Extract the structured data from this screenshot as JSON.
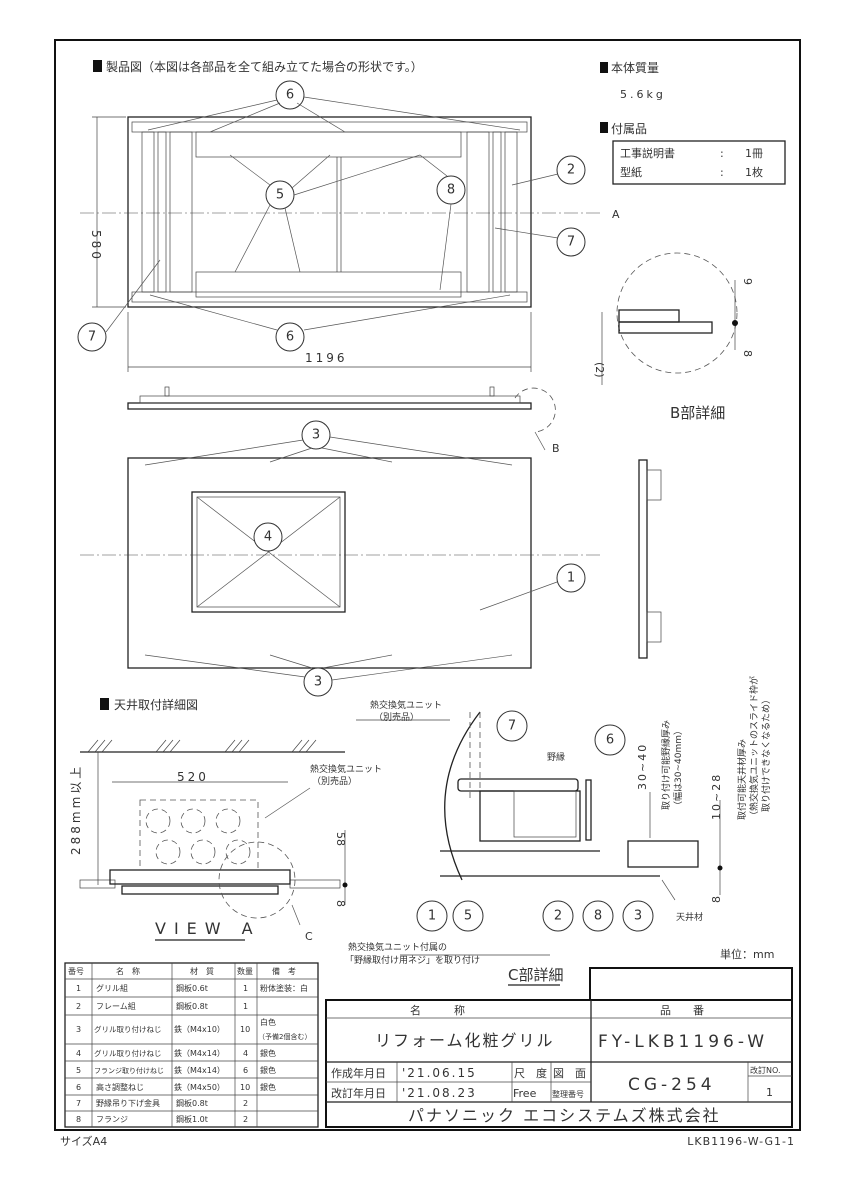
{
  "sections": {
    "product_drawing": "製品図（本図は各部品を全て組み立てた場合の形状です。）",
    "weight_title": "本体質量",
    "weight_value": "5.6kg",
    "accessories_title": "付属品",
    "ceiling_detail": "天井取付詳細図"
  },
  "accessories": [
    {
      "name": "工事説明書",
      "sep": ":",
      "qty": "1冊"
    },
    {
      "name": "型紙",
      "sep": ":",
      "qty": "1枚"
    }
  ],
  "dimensions": {
    "height": "580",
    "width": "1196",
    "section_a": "A",
    "detail_b": "B",
    "view_a_width": "520",
    "view_a_clearance": "288mm以上",
    "dim_58": "58",
    "dim_8": "8",
    "b_dim_9": "9",
    "b_dim_8": "8",
    "b_dim_2": "(2)",
    "c_dim_30_40": "30~40",
    "c_dim_10_28": "10~28",
    "c_dim_8": "8",
    "c_label": "C"
  },
  "labels": {
    "b_detail": "B部詳細",
    "view_a": "VIEW A",
    "c_detail": "C部詳細",
    "unit_a": "熱交換気ユニット",
    "unit_a_sub": "（別売品）",
    "unit_c": "熱交換気ユニット",
    "unit_c_sub": "（別売品）",
    "noen": "野縁",
    "ceiling_material": "天井材",
    "c_note_1": "取り付け可能野縁厚み",
    "c_note_2": "（幅は30~40mm）",
    "c_note_3": "取付可能天井材厚み",
    "c_note_4": "（熱交換気ユニットのスライド枠が",
    "c_note_5": "取り付けできなくなるため）",
    "screw_note_1": "熱交換気ユニット付属の",
    "screw_note_2": "「野縁取付け用ネジ」を取り付け",
    "unit": "単位：mm"
  },
  "parts_table": {
    "headers": [
      "番号",
      "名　称",
      "材　質",
      "数量",
      "備　考"
    ],
    "rows": [
      [
        "1",
        "グリル組",
        "鋼板0.6t",
        "1",
        "粉体塗装：白"
      ],
      [
        "2",
        "フレーム組",
        "鋼板0.8t",
        "1",
        ""
      ],
      [
        "3",
        "グリル取り付けねじ",
        "鉄（M4x10）",
        "10",
        "白色",
        "（予備2個含む）"
      ],
      [
        "4",
        "グリル取り付けねじ",
        "鉄（M4x14）",
        "4",
        "銀色"
      ],
      [
        "5",
        "フランジ取り付けねじ",
        "鉄（M4x14）",
        "6",
        "銀色"
      ],
      [
        "6",
        "高さ調整ねじ",
        "鉄（M4x50）",
        "10",
        "銀色"
      ],
      [
        "7",
        "野縁吊り下げ金具",
        "鋼板0.8t",
        "2",
        ""
      ],
      [
        "8",
        "フランジ",
        "鋼板1.0t",
        "2",
        ""
      ]
    ]
  },
  "title_block": {
    "name_header": "名　　　称",
    "number_header": "品　　番",
    "product_name": "リフォーム化粧グリル",
    "product_number": "FY-LKB1196-W",
    "created_label": "作成年月日",
    "created_date": "'21.06.15",
    "revised_label": "改訂年月日",
    "revised_date": "'21.08.23",
    "scale_label": "尺　度",
    "scale_value": "Free",
    "drawing_label_1": "図　面",
    "drawing_label_2": "整理番号",
    "drawing_number": "CG-254",
    "revision_label": "改訂NO.",
    "revision_value": "1",
    "company": "パナソニック エコシステムズ株式会社"
  },
  "footer": {
    "size": "サイズA4",
    "doc_id": "LKB1196-W-G1-1"
  }
}
